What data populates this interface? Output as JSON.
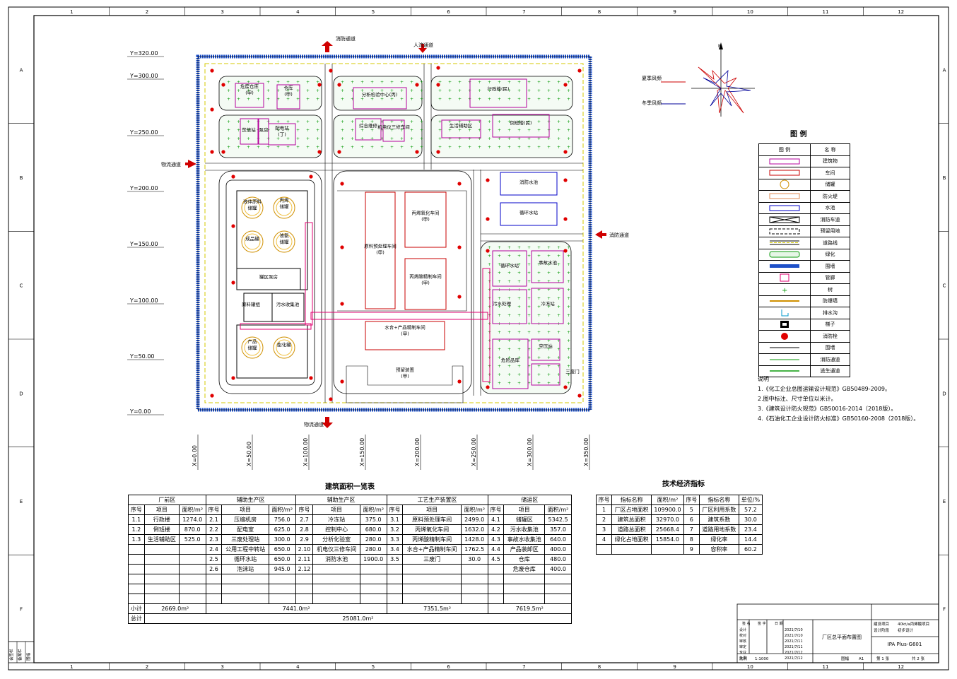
{
  "grid": {
    "cols": [
      "1",
      "2",
      "3",
      "4",
      "5",
      "6",
      "7",
      "8",
      "9",
      "10",
      "11",
      "12"
    ],
    "rows": [
      "A",
      "B",
      "C",
      "D",
      "E",
      "F"
    ]
  },
  "axes": {
    "y": [
      "Y=320.00",
      "Y=300.00",
      "Y=250.00",
      "Y=200.00",
      "Y=150.00",
      "Y=100.00",
      "Y=50.00",
      "Y=0.00"
    ],
    "x": [
      "X=0.00",
      "X=50.00",
      "X=100.00",
      "X=150.00",
      "X=200.00",
      "X=250.00",
      "X=300.00",
      "X=350.00"
    ]
  },
  "gates": {
    "top_fire": "消防通道",
    "top_people": "人流通道",
    "left_logistics": "物流通道",
    "right_fire": "消防通道",
    "bottom_logistics": "物流通道"
  },
  "wind": {
    "summer": "夏季风频",
    "winter": "冬季风频",
    "north": "N",
    "summer_color": "#cc0000",
    "winter_color": "#000099"
  },
  "buildings": {
    "b1": "危废仓库\n(甲)",
    "b2": "仓库\n(甲)",
    "b3": "焚烧站",
    "b4": "泵房",
    "b5": "配电站\n(丁)",
    "b6": "分析检验中心(丙)",
    "b7": "综合维修",
    "b8": "机电仪三修车间",
    "b9": "行政楼(民)",
    "b10": "生活辅助区",
    "b11": "倒班楼(民)",
    "b12": "消防水池",
    "b13": "循环水站",
    "t1": "液体原料\n储罐",
    "t2": "丙烯\n储罐",
    "t3": "成品罐",
    "t4": "液氨\n储罐",
    "t5": "产品\n储罐",
    "t6": "酯化罐",
    "b14": "罐区泵房",
    "b15": "原料罐组",
    "b16": "污水收集池",
    "b17": "原料预处理车间\n(甲)",
    "b18": "丙烯氧化车间\n(甲)",
    "b19": "丙烯酸精制车间\n(甲)",
    "b20": "水合+产品精制车间\n(甲)",
    "b21": "预留装置\n(甲)",
    "b22": "循环水站",
    "b23": "事故水池",
    "b24": "污水处理",
    "b25": "冷冻站",
    "b26": "危险品库",
    "b27": "空压站",
    "b28": "三废门"
  },
  "legend": {
    "title": "图  例",
    "head_sym": "图  例",
    "head_name": "名  称",
    "items": [
      {
        "name": "建筑物",
        "icon": "building"
      },
      {
        "name": "车间",
        "icon": "workshop"
      },
      {
        "name": "储罐",
        "icon": "tank"
      },
      {
        "name": "防火堤",
        "icon": "firewall"
      },
      {
        "name": "水池",
        "icon": "pool"
      },
      {
        "name": "消防车道",
        "icon": "fire-lane"
      },
      {
        "name": "预留用地",
        "icon": "reserved"
      },
      {
        "name": "道路线",
        "icon": "road"
      },
      {
        "name": "绿化",
        "icon": "green"
      },
      {
        "name": "围墙",
        "icon": "wall"
      },
      {
        "name": "管廊",
        "icon": "pipe-rack"
      },
      {
        "name": "树",
        "icon": "tree"
      },
      {
        "name": "防爆墙",
        "icon": "blast-wall"
      },
      {
        "name": "排水沟",
        "icon": "drain"
      },
      {
        "name": "梯子",
        "icon": "ladder"
      },
      {
        "name": "消防栓",
        "icon": "hydrant"
      },
      {
        "name": "围墙",
        "icon": "fence"
      },
      {
        "name": "消防通道",
        "icon": "fire-route"
      },
      {
        "name": "逃生通道",
        "icon": "escape-route"
      }
    ]
  },
  "notes": {
    "title": "说明",
    "lines": [
      "1.《化工企业总图运输设计规范》GB50489-2009。",
      "2.图中标注、尺寸单位以米计。",
      "3.《建筑设计防火规范》GB50016-2014（2018版）。",
      "4.《石油化工企业设计防火标准》GB50160-2008（2018版）。"
    ]
  },
  "area_table": {
    "title": "建筑面积一览表",
    "groups": [
      "厂前区",
      "辅助生产区",
      "辅助生产区",
      "工艺生产装置区",
      "储运区"
    ],
    "header": [
      "序号",
      "项目",
      "面积/m²"
    ],
    "rows": [
      [
        "1.1",
        "行政楼",
        "1274.0",
        "2.1",
        "压缩机房",
        "756.0",
        "2.7",
        "冷冻站",
        "375.0",
        "3.1",
        "原料预处理车间",
        "2499.0",
        "4.1",
        "储罐区",
        "5342.5"
      ],
      [
        "1.2",
        "倒班楼",
        "870.0",
        "2.2",
        "配电室",
        "625.0",
        "2.8",
        "控制中心",
        "680.0",
        "3.2",
        "丙烯氧化车间",
        "1632.0",
        "4.2",
        "污水收集池",
        "357.0"
      ],
      [
        "1.3",
        "生活辅助区",
        "525.0",
        "2.3",
        "三废处理站",
        "300.0",
        "2.9",
        "分析化验室",
        "280.0",
        "3.3",
        "丙烯酸精制车间",
        "1428.0",
        "4.3",
        "事故水收集池",
        "640.0"
      ],
      [
        "",
        "",
        "",
        "2.4",
        "公用工程中转站",
        "650.0",
        "2.10",
        "机电仪三修车间",
        "280.0",
        "3.4",
        "水合+产品精制车间",
        "1762.5",
        "4.4",
        "产品装卸区",
        "400.0"
      ],
      [
        "",
        "",
        "",
        "2.5",
        "循环水站",
        "650.0",
        "2.11",
        "消防水池",
        "1900.0",
        "3.5",
        "三废门",
        "30.0",
        "4.5",
        "仓库",
        "480.0"
      ],
      [
        "",
        "",
        "",
        "2.6",
        "泡沫站",
        "945.0",
        "2.12",
        "",
        "",
        "",
        "",
        "",
        "",
        "危废仓库",
        "400.0"
      ],
      [
        "",
        "",
        "",
        "",
        "",
        "",
        "",
        "",
        "",
        "",
        "",
        "",
        "",
        "",
        ""
      ],
      [
        "",
        "",
        "",
        "",
        "",
        "",
        "",
        "",
        "",
        "",
        "",
        "",
        "",
        "",
        ""
      ],
      [
        "",
        "",
        "",
        "",
        "",
        "",
        "",
        "",
        "",
        "",
        "",
        "",
        "",
        "",
        ""
      ]
    ],
    "subtotal_label": "小计",
    "subtotals": [
      "2669.0m²",
      "7441.0m²",
      "7351.5m²",
      "7619.5m²"
    ],
    "total_label": "总计",
    "total": "25081.0m²"
  },
  "tech_table": {
    "title": "技术经济指标",
    "header": [
      "序号",
      "指标名称",
      "面积/m²",
      "序号",
      "指标名称",
      "单位/%"
    ],
    "rows": [
      [
        "1",
        "厂区占地面积",
        "109900.0",
        "5",
        "厂区利用系数",
        "57.2"
      ],
      [
        "2",
        "建筑总面积",
        "32970.0",
        "6",
        "建筑系数",
        "30.0"
      ],
      [
        "3",
        "道路总面积",
        "25668.4",
        "7",
        "道路用地系数",
        "23.4"
      ],
      [
        "4",
        "绿化占地面积",
        "15854.0",
        "8",
        "绿化率",
        "14.4"
      ],
      [
        "",
        "",
        "",
        "9",
        "容积率",
        "60.2"
      ]
    ]
  },
  "title_block": {
    "drawing_title": "厂区总平面布置图",
    "project_label": "建设项目",
    "project": "40kt/a丙烯酸项目",
    "stage_label": "设计阶段",
    "stage": "初步设计",
    "drawing_no": "IPA Plus-G601",
    "scale_label": "比例",
    "scale": "1:1000",
    "size_label": "图幅",
    "size": "A1",
    "sheet": "第 1 张",
    "sheets": "共 2 张",
    "roles": [
      "设计",
      "校对",
      "审核",
      "审定",
      "专业",
      "负责"
    ],
    "dates": [
      "2021/7/10",
      "2021/7/10",
      "2021/7/11",
      "2021/7/11",
      "2021/7/12",
      "2021/7/12"
    ],
    "header": [
      "签 名",
      "签 字",
      "日 期"
    ]
  },
  "side_block": [
    "会签栏",
    "备案栏",
    "图幅"
  ]
}
